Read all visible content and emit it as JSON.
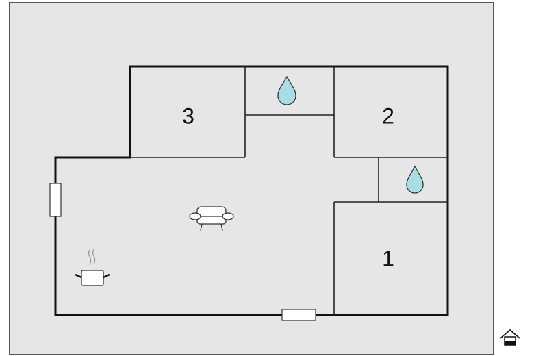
{
  "rooms": [
    {
      "label": "3",
      "type": "bedroom"
    },
    {
      "label": "2",
      "type": "bedroom"
    },
    {
      "label": "1",
      "type": "bedroom"
    }
  ],
  "icons": [
    "water-drop-icon",
    "water-drop-icon",
    "sofa-icon",
    "cooking-pot-icon",
    "house-icon"
  ],
  "colors": {
    "background": "#e6e6e6",
    "floor": "#ffffff",
    "walls": "#111111",
    "water": "#a8dde6"
  }
}
